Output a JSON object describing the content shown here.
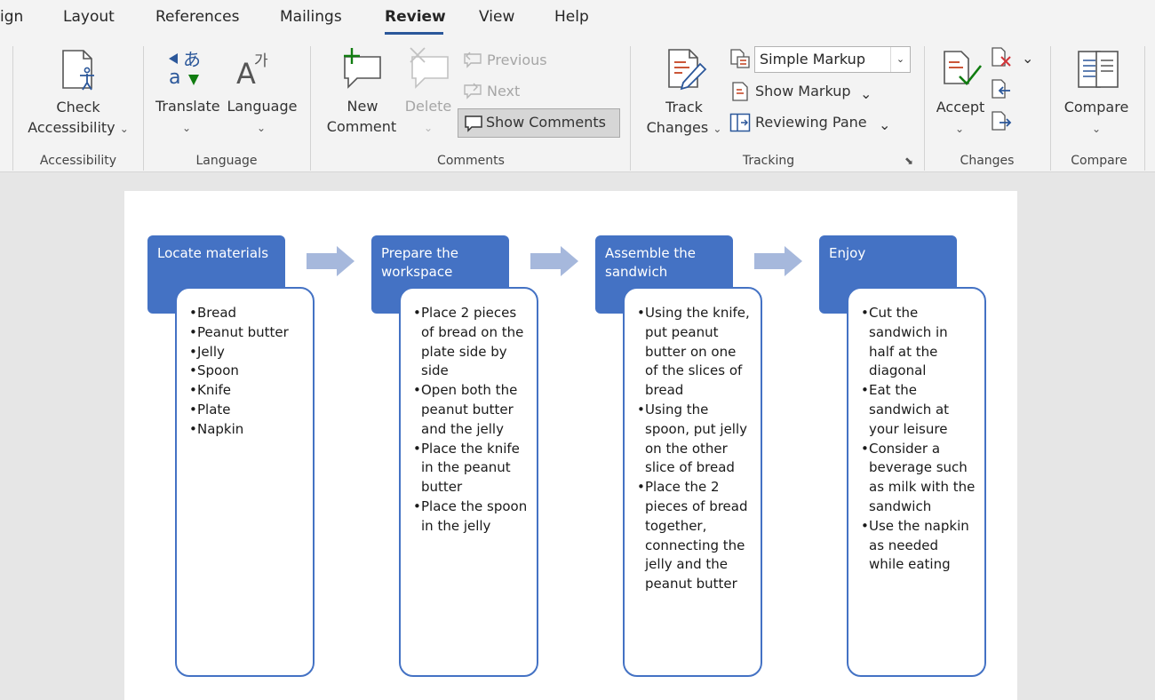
{
  "tabs": [
    {
      "label": "ign",
      "active": false
    },
    {
      "label": "Layout",
      "active": false
    },
    {
      "label": "References",
      "active": false
    },
    {
      "label": "Mailings",
      "active": false
    },
    {
      "label": "Review",
      "active": true
    },
    {
      "label": "View",
      "active": false
    },
    {
      "label": "Help",
      "active": false
    }
  ],
  "ribbon": {
    "accessibility": {
      "check_line1": "Check",
      "check_line2": "Accessibility",
      "group_label": "Accessibility"
    },
    "language": {
      "translate": "Translate",
      "language": "Language",
      "group_label": "Language"
    },
    "comments": {
      "new_line1": "New",
      "new_line2": "Comment",
      "delete": "Delete",
      "previous": "Previous",
      "next": "Next",
      "show_comments": "Show Comments",
      "group_label": "Comments"
    },
    "tracking": {
      "track_line1": "Track",
      "track_line2": "Changes",
      "markup_select": "Simple Markup",
      "show_markup": "Show Markup",
      "reviewing_pane": "Reviewing Pane",
      "group_label": "Tracking"
    },
    "changes": {
      "accept": "Accept",
      "group_label": "Changes"
    },
    "compare": {
      "compare": "Compare",
      "group_label": "Compare"
    }
  },
  "colors": {
    "accent": "#2b579a",
    "smartart_fill": "#4472c4",
    "arrow_fill": "#a6b8dc",
    "icon_green": "#107c10"
  },
  "document": {
    "steps": [
      {
        "title": "Locate materials",
        "items": [
          "Bread",
          "Peanut butter",
          "Jelly",
          "Spoon",
          "Knife",
          "Plate",
          "Napkin"
        ]
      },
      {
        "title": "Prepare the workspace",
        "items": [
          "Place 2 pieces of bread on the plate side by side",
          "Open both the peanut butter and the jelly",
          "Place the knife in the peanut butter",
          "Place the spoon in the jelly"
        ]
      },
      {
        "title": "Assemble the sandwich",
        "items": [
          "Using the knife, put peanut butter on one of the slices of bread",
          "Using the spoon, put jelly on the other slice of bread",
          "Place the 2 pieces of bread together, connecting the jelly and the peanut butter"
        ]
      },
      {
        "title": "Enjoy",
        "items": [
          "Cut the sandwich in half at the diagonal",
          "Eat the sandwich at your leisure",
          "Consider a beverage such as milk with the sandwich",
          "Use the napkin as needed while eating"
        ]
      }
    ]
  }
}
